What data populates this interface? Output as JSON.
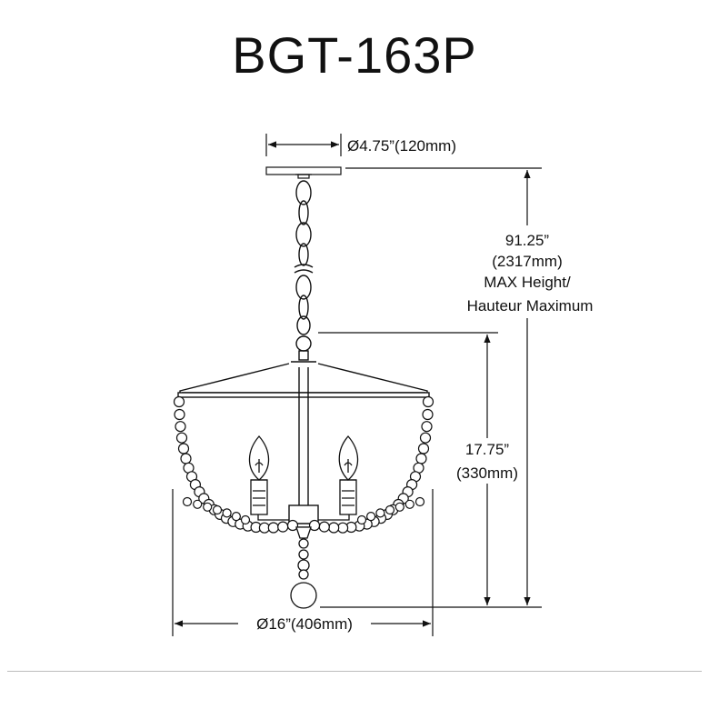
{
  "title": "BGT-163P",
  "dimensions": {
    "canopy": "Ø4.75”(120mm)",
    "max_height_in": "91.25”",
    "max_height_mm": "(2317mm)",
    "max_height_en": "MAX Height/",
    "max_height_fr": "Hauteur Maximum",
    "body_height_in": "17.75”",
    "body_height_mm": "(330mm)",
    "diameter": "Ø16”(406mm)"
  }
}
